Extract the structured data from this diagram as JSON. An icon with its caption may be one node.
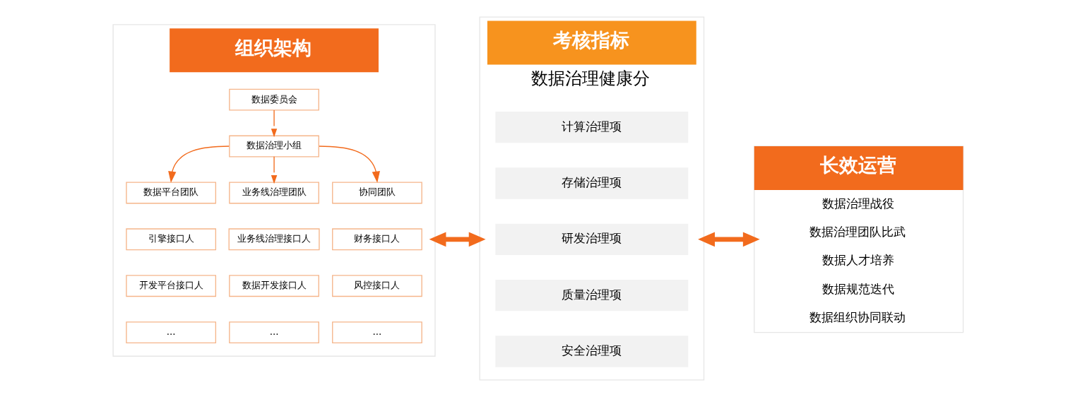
{
  "diagram": {
    "nodes": [
      {
        "text": [
          "组织架构"
        ]
      },
      {
        "text": [
          "数据委员会"
        ],
        "in": 0
      },
      {
        "text": [
          "数据治理小组"
        ],
        "in": 0
      },
      {
        "text": [
          "数据平台团队"
        ],
        "in": 0
      },
      {
        "text": [
          "业务线治理团队"
        ],
        "in": 0
      },
      {
        "text": [
          "协同团队"
        ],
        "in": 0
      },
      {
        "text": [
          "引擎接口人"
        ],
        "in": 0
      },
      {
        "text": [
          "业务线治理接口人"
        ],
        "in": 0
      },
      {
        "text": [
          "财务接口人"
        ],
        "in": 0
      },
      {
        "text": [
          "开发平台接口人"
        ],
        "in": 0
      },
      {
        "text": [
          "数据开发接口人"
        ],
        "in": 0
      },
      {
        "text": [
          "风控接口人"
        ],
        "in": 0
      },
      {
        "text": [
          "..."
        ],
        "in": 0
      },
      {
        "text": [
          "..."
        ],
        "in": 0
      },
      {
        "text": [
          "..."
        ],
        "in": 0
      },
      {
        "text": [
          "考核指标",
          "数据治理健康分"
        ]
      },
      {
        "text": [
          "计算治理项"
        ],
        "in": 15
      },
      {
        "text": [
          "存储治理项"
        ],
        "in": 15
      },
      {
        "text": [
          "研发治理项"
        ],
        "in": 15
      },
      {
        "text": [
          "质量治理项"
        ],
        "in": 15
      },
      {
        "text": [
          "安全治理项"
        ],
        "in": 15
      },
      {
        "text": [
          "长效运营",
          "数据治理战役",
          "数据治理团队比武",
          "数据人才培养",
          "数据规范迭代",
          "数据组织协同联动"
        ]
      }
    ],
    "edges": [
      {
        "from": 1,
        "to": 2,
        "arrow": "to"
      },
      {
        "from": 2,
        "to": 3,
        "arrow": "to"
      },
      {
        "from": 2,
        "to": 4,
        "arrow": "to"
      },
      {
        "from": 2,
        "to": 5,
        "arrow": "to"
      },
      {
        "from": 0,
        "to": 15,
        "arrow": "both",
        "style": "thick"
      },
      {
        "from": 15,
        "to": 21,
        "arrow": "both",
        "style": "thick"
      }
    ]
  }
}
